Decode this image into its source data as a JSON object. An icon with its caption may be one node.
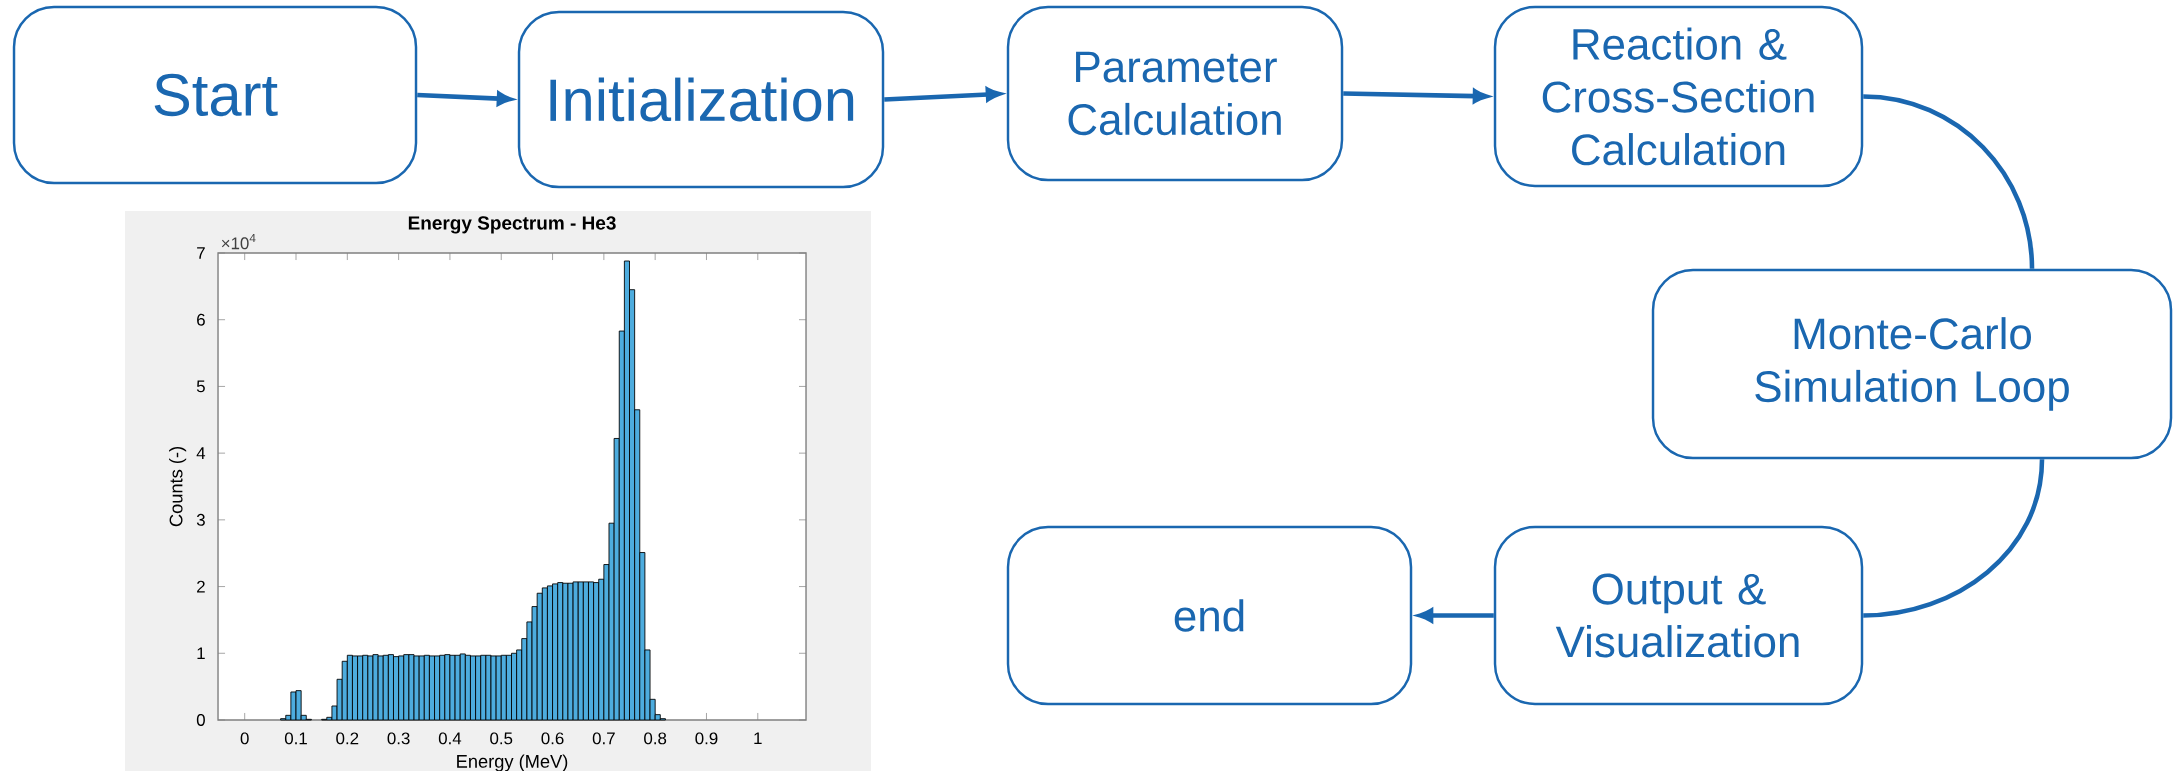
{
  "diagram": {
    "nodes": [
      {
        "text": [
          "Start"
        ]
      },
      {
        "text": [
          "Initialization"
        ]
      },
      {
        "text": [
          "Parameter Calculation"
        ]
      },
      {
        "text": [
          "Reaction & Cross-Section Calculation"
        ]
      },
      {
        "text": [
          "Monte-Carlo Simulation Loop"
        ]
      },
      {
        "text": [
          "Output & Visualization"
        ]
      },
      {
        "text": [
          "end"
        ]
      }
    ],
    "edges": [
      {
        "from": 0,
        "to": 1,
        "arrow": "to"
      },
      {
        "from": 1,
        "to": 2,
        "arrow": "to"
      },
      {
        "from": 2,
        "to": 3,
        "arrow": "to"
      },
      {
        "from": 3,
        "to": 4,
        "arrow": "none"
      },
      {
        "from": 4,
        "to": 5,
        "arrow": "none"
      },
      {
        "from": 5,
        "to": 6,
        "arrow": "to"
      }
    ],
    "labels": [
      "×10$^{4}$"
    ],
    "chart_data": {
      "type": "bar",
      "title": "Energy Spectrum - He3",
      "xlabel": "Energy (MeV)",
      "ylabel": "Counts (-)",
      "x": [
        0.075,
        0.085,
        0.095,
        0.105,
        0.115,
        0.125,
        0.135,
        0.145,
        0.155,
        0.165,
        0.175,
        0.185,
        0.195,
        0.205,
        0.215,
        0.225,
        0.235,
        0.245,
        0.255,
        0.265,
        0.275,
        0.285,
        0.295,
        0.305,
        0.315,
        0.325,
        0.335,
        0.345,
        0.355,
        0.365,
        0.375,
        0.385,
        0.395,
        0.405,
        0.415,
        0.425,
        0.435,
        0.445,
        0.455,
        0.465,
        0.475,
        0.485,
        0.495,
        0.505,
        0.515,
        0.525,
        0.535,
        0.545,
        0.555,
        0.565,
        0.575,
        0.585,
        0.595,
        0.605,
        0.615,
        0.625,
        0.635,
        0.645,
        0.655,
        0.665,
        0.675,
        0.685,
        0.695,
        0.705,
        0.715,
        0.725,
        0.735,
        0.745,
        0.755,
        0.765,
        0.775,
        0.785,
        0.795,
        0.805,
        0.815
      ],
      "series": [
        {
          "color": "#4dacde",
          "values": [
            0.02,
            0.07,
            0.42,
            0.44,
            0.07,
            0.01,
            0,
            0,
            0.01,
            0.04,
            0.21,
            0.61,
            0.88,
            0.97,
            0.96,
            0.96,
            0.97,
            0.96,
            0.98,
            0.96,
            0.97,
            0.98,
            0.95,
            0.96,
            0.98,
            0.98,
            0.96,
            0.96,
            0.97,
            0.96,
            0.96,
            0.97,
            0.98,
            0.97,
            0.97,
            0.99,
            0.97,
            0.96,
            0.96,
            0.97,
            0.97,
            0.96,
            0.96,
            0.97,
            0.97,
            1.0,
            1.05,
            1.22,
            1.47,
            1.7,
            1.9,
            1.98,
            2.01,
            2.04,
            2.06,
            2.05,
            2.05,
            2.07,
            2.07,
            2.07,
            2.07,
            2.06,
            2.11,
            2.33,
            2.95,
            4.22,
            5.83,
            6.88,
            6.45,
            4.65,
            2.51,
            1.05,
            0.31,
            0.08,
            0.02
          ]
        }
      ],
      "xlim": [
        -0.052,
        1.094
      ],
      "ylim": [
        0,
        7
      ],
      "xticks": [
        0,
        0.1,
        0.2,
        0.3,
        0.4,
        0.5,
        0.6,
        0.7,
        0.8,
        0.9,
        1
      ],
      "yticks": [
        0,
        1,
        2,
        3,
        4,
        5,
        6,
        7
      ]
    }
  }
}
